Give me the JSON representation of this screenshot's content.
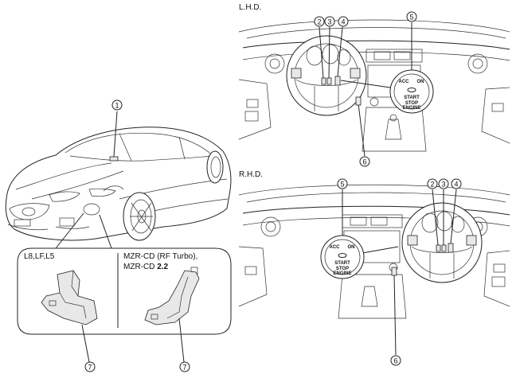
{
  "labels": {
    "lhd": "L.H.D.",
    "rhd": "R.H.D.",
    "engine_a": "L8,LF,L5",
    "engine_b_line1": "MZR-CD (RF Turbo),",
    "engine_b_line2": "MZR-CD ",
    "engine_b_bold": "2.2"
  },
  "callouts": {
    "c1": "1",
    "c2": "2",
    "c3": "3",
    "c4": "4",
    "c5": "5",
    "c6": "6",
    "c7": "7"
  },
  "switch": {
    "acc": "ACC",
    "on": "ON",
    "start": "START",
    "stop": "STOP",
    "engine": "ENGINE"
  },
  "icons": {
    "car": "sedan-car-illustration",
    "dash": "dashboard-illustration",
    "switch": "push-start-switch",
    "part": "bracket-part"
  }
}
